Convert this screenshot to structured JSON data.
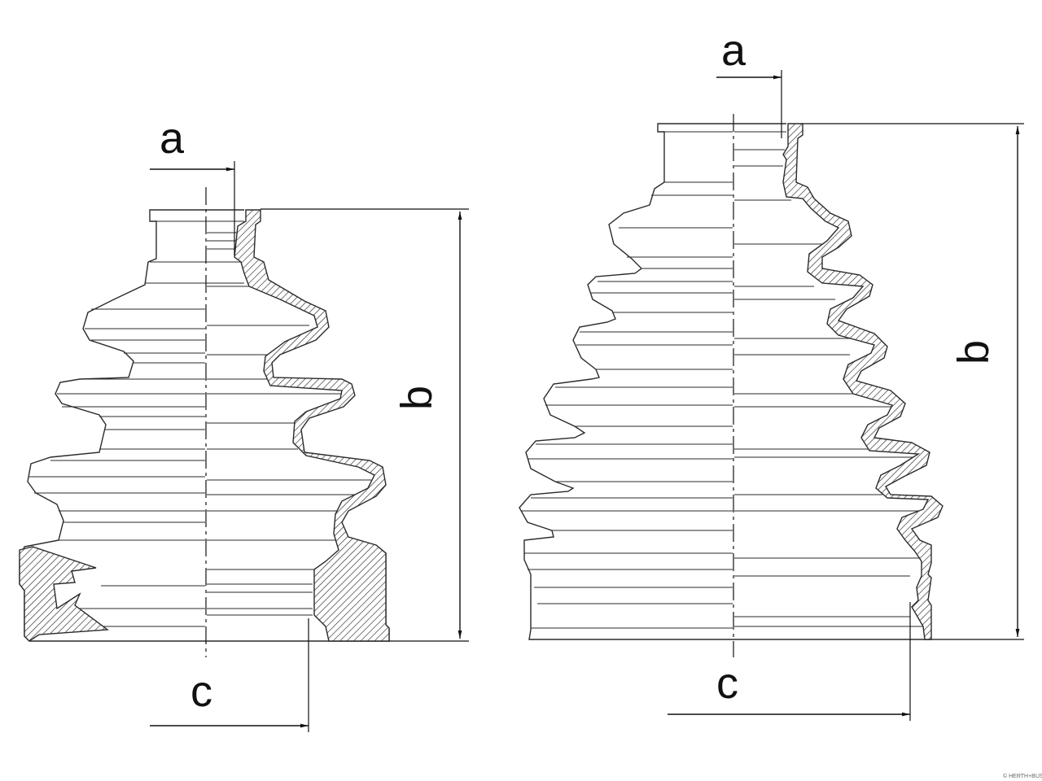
{
  "labels": {
    "left": {
      "a": "a",
      "b": "b",
      "c": "c"
    },
    "right": {
      "a": "a",
      "b": "b",
      "c": "c"
    }
  },
  "credit": "© HERTH+BUSS",
  "colors": {
    "line": "#2a2a2a",
    "background": "#ffffff",
    "hatch": "#2a2a2a"
  }
}
